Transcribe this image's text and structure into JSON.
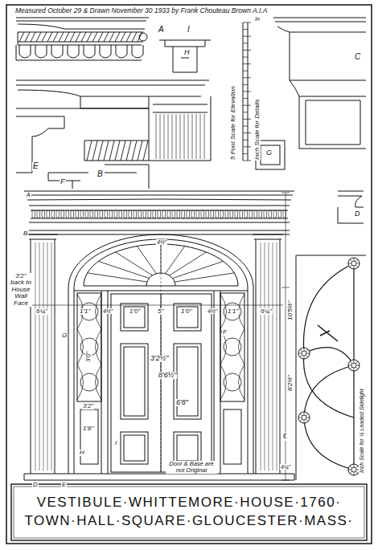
{
  "diagram": {
    "title": "VESTIBULE·WHITTEMORE·HOUSE·1760·",
    "caption": "TOWN·HALL·SQUARE·GLOUCESTER·MASS·",
    "labels": [
      "Measured October 29 & Drawn November 30 1933 by Frank Chouteau Brown A.I.A",
      "A",
      "I",
      "H",
      "C",
      "5 Foot Scale for Elevation",
      "Inch Scale for Details",
      "E",
      "F",
      "B",
      "G",
      "D",
      "A",
      "B",
      "3'2\" back to House Wall Face",
      "6¼\"",
      "1'1\"",
      "4½\"",
      "1'0\"",
      "5\"",
      "1'0\"",
      "4½\"",
      "1'1\"",
      "6¼\"",
      "3'0\"",
      "3'2½\"",
      "8'6½\"",
      "6'8\"",
      "1'8\"",
      "3'2\"",
      "G",
      "F",
      "H",
      "I",
      "D",
      "E",
      "10'5½\"",
      "8'2½\"",
      "℄",
      "4¼\"",
      "Door & Base are not Original",
      "Inch Scale for ¼ Leaded Sidelight",
      "4½\"",
      "In"
    ]
  }
}
